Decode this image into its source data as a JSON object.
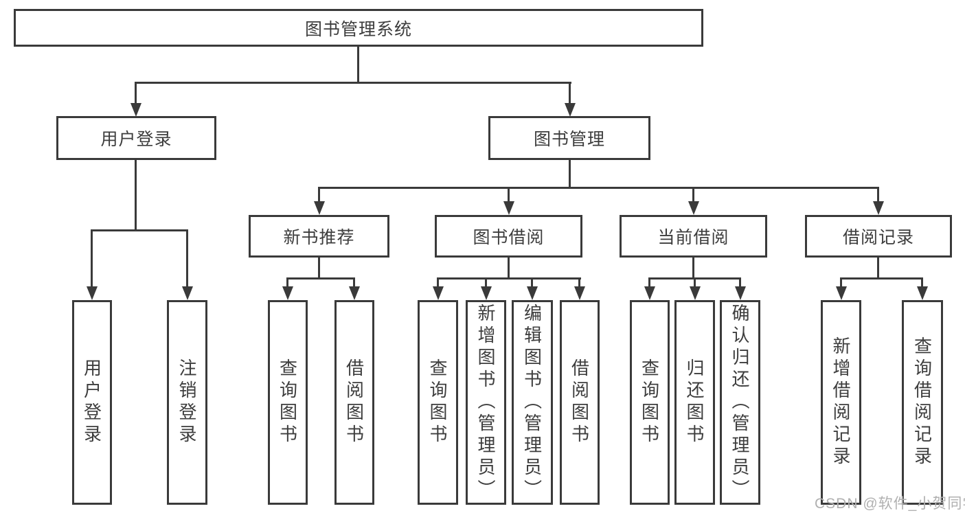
{
  "diagram": {
    "title": "图书管理系统",
    "level2": [
      {
        "label": "用户登录"
      },
      {
        "label": "图书管理"
      }
    ],
    "level3": [
      {
        "label": "新书推荐"
      },
      {
        "label": "图书借阅"
      },
      {
        "label": "当前借阅"
      },
      {
        "label": "借阅记录"
      }
    ],
    "leaves": [
      {
        "label": "用户登录"
      },
      {
        "label": "注销登录"
      },
      {
        "label": "查询图书"
      },
      {
        "label": "借阅图书"
      },
      {
        "label": "查询图书"
      },
      {
        "label": "新增图书（管理员）"
      },
      {
        "label": "编辑图书（管理员）"
      },
      {
        "label": "借阅图书"
      },
      {
        "label": "查询图书"
      },
      {
        "label": "归还图书"
      },
      {
        "label": "确认归还（管理员）"
      },
      {
        "label": "新增借阅记录"
      },
      {
        "label": "查询借阅记录"
      }
    ]
  },
  "watermark": {
    "text": "CSDN @软件_小贺同学"
  },
  "colors": {
    "line": "#3a3a3a",
    "text": "#3d3d3d",
    "watermark": "#b0b0b0",
    "background": "#ffffff"
  }
}
